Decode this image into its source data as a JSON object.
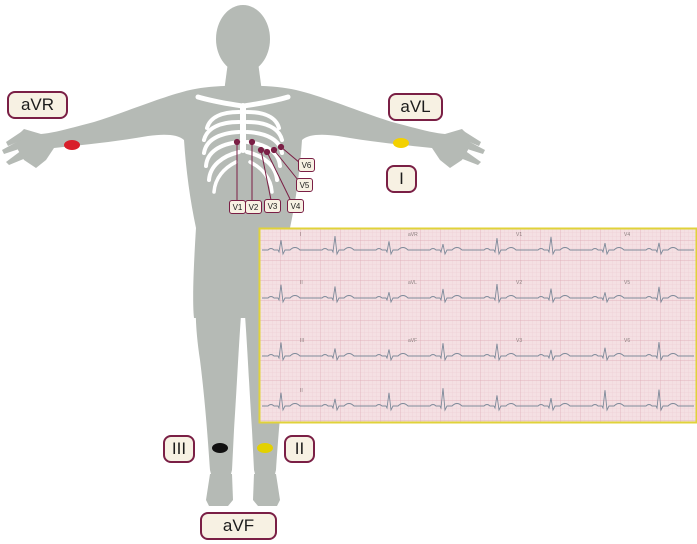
{
  "limb_leads": {
    "avr": "aVR",
    "avl": "aVL",
    "lead_i": "I",
    "lead_ii": "II",
    "lead_iii": "III",
    "avf": "aVF"
  },
  "chest_leads": [
    "V1",
    "V2",
    "V3",
    "V4",
    "V5",
    "V6"
  ],
  "ecg_strip_labels": [
    [
      "I",
      "aVR",
      "V1",
      "V4"
    ],
    [
      "II",
      "aVL",
      "V2",
      "V5"
    ],
    [
      "III",
      "aVF",
      "V3",
      "V6"
    ],
    [
      "II",
      "",
      "",
      ""
    ]
  ],
  "colors": {
    "body": "#b5bab5",
    "badge_border": "#7a1f45",
    "badge_fill": "#f7f1e3",
    "electrode_right_arm": "#d81e2a",
    "electrode_left_arm": "#f3d100",
    "electrode_right_leg": "#111111",
    "electrode_left_leg": "#e3d100",
    "chest_electrode": "#7a1f45",
    "ecg_paper": "#f4e0e3",
    "ecg_border": "#e0d23a",
    "ecg_trace": "#7e8a9a"
  }
}
